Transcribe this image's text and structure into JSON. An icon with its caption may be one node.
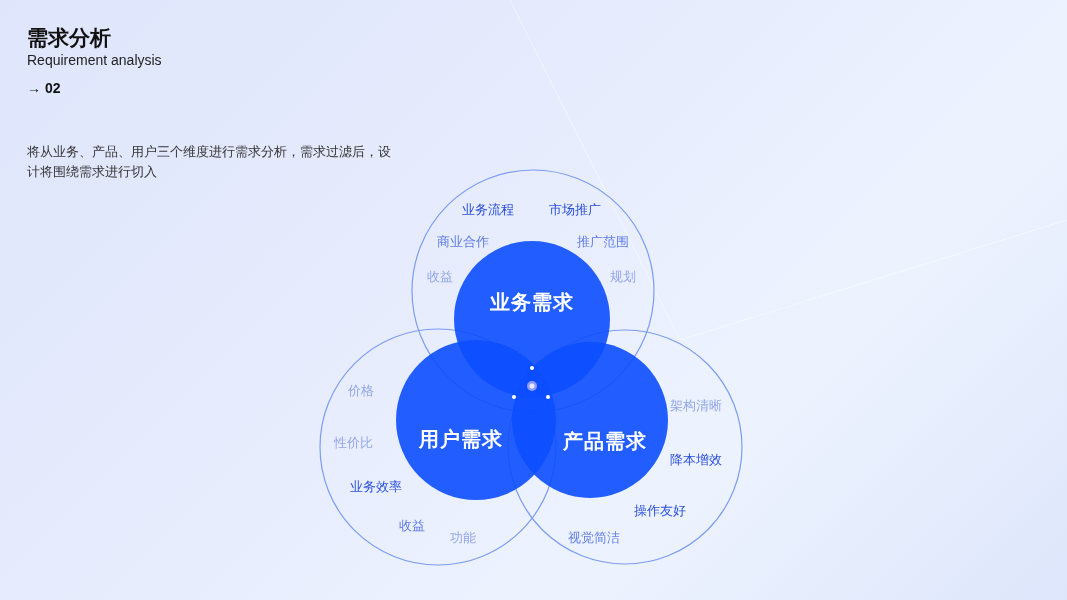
{
  "diagram": {
    "title": "需求分析",
    "nodes": [
      {
        "text": [
          "业务需求"
        ]
      },
      {
        "text": [
          "用户需求"
        ]
      },
      {
        "text": [
          "产品需求"
        ]
      }
    ],
    "labels": [
      "Requirement analysis",
      "→ 02",
      "将从业务、产品、用户三个维度进行需求分析，需求过滤后，设计将围绕需求进行切入",
      "业务流程",
      "市场推广",
      "商业合作",
      "推广范围",
      "收益",
      "规划",
      "价格",
      "性价比",
      "业务效率",
      "收益",
      "功能",
      "架构清晰",
      "降本增效",
      "操作友好",
      "视觉简洁"
    ]
  }
}
